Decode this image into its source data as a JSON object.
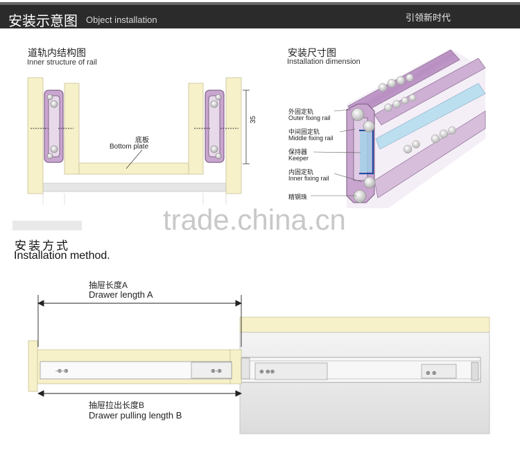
{
  "header": {
    "title_cn": "安装示意图",
    "title_en": "Object installation",
    "slogan": "引领新时代"
  },
  "rail_structure": {
    "title_cn": "道轨内结构图",
    "title_en": "Inner structure of rail",
    "bottom_plate_cn": "底板",
    "bottom_plate_en": "Bottom plate",
    "dimension": "35"
  },
  "install_dimension": {
    "title_cn": "安装尺寸图",
    "title_en": "Installation dimension",
    "labels": [
      {
        "cn": "外固定轨",
        "en": "Outer fixing rail"
      },
      {
        "cn": "中间固定轨",
        "en": "Middle fixing rail"
      },
      {
        "cn": "保持器",
        "en": "Keeper"
      },
      {
        "cn": "内固定轨",
        "en": "Inner fixing rail"
      },
      {
        "cn": "精钢珠",
        "en": ""
      }
    ]
  },
  "watermark": "trade.china.cn",
  "method": {
    "title_cn": "安装方式",
    "title_en": "Installation method."
  },
  "drawer_length": {
    "cn": "抽屉长度A",
    "en": "Drawer length A"
  },
  "pulling_length": {
    "cn": "抽屉拉出长度B",
    "en": "Drawer pulling length B"
  },
  "colors": {
    "cream": "#f6f1c9",
    "purple": "#c9a6cf",
    "rail_blue": "#9fd0e8",
    "header": "#2b2b2b"
  }
}
